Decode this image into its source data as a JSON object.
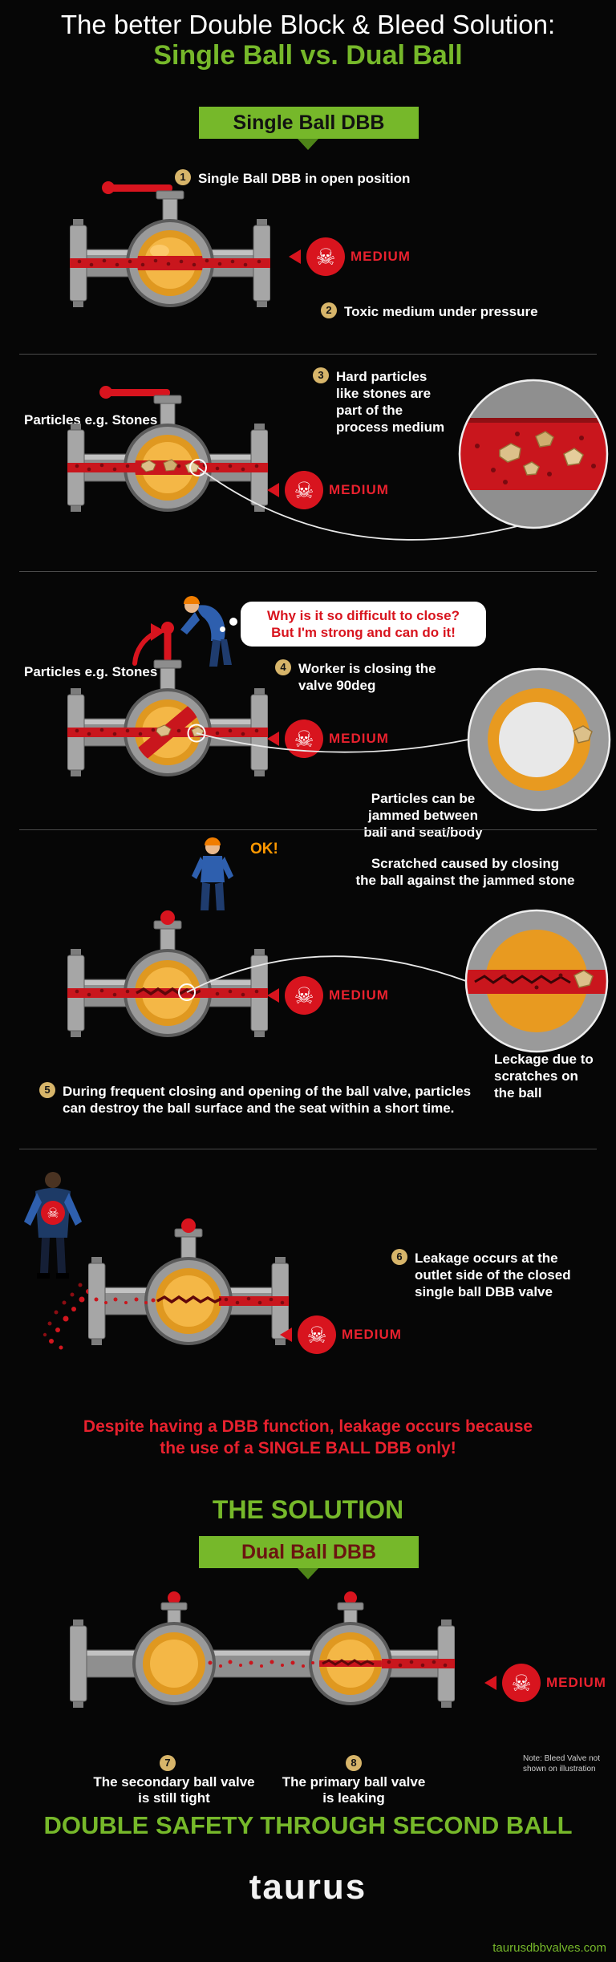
{
  "colors": {
    "green": "#76b82a",
    "red": "#e8212e",
    "valve_red": "#c9161d",
    "gold_badge": "#d7b56a",
    "ball_orange": "#df9820"
  },
  "header": {
    "line1": "The better Double Block & Bleed Solution:",
    "line2": "Single Ball vs. Dual Ball"
  },
  "banners": {
    "single": "Single Ball DBB",
    "dual": "Dual Ball DBB"
  },
  "icons": {
    "skull": "☠"
  },
  "labels": {
    "medium": "MEDIUM",
    "particles": "Particles e.g. Stones",
    "speech": "Why is it so difficult to close?\nBut I'm strong and can do it!",
    "ok": "OK!",
    "jam_note": "Particles can be\njammed between\nball and seat/body",
    "scratch_note": "Scratched caused by closing\nthe ball against the jammed stone",
    "leak_note": "Leckage due to\nscratches on\nthe ball",
    "warning": "Despite having a DBB function, leakage occurs because\nthe use of a SINGLE BALL DBB only!",
    "solution": "THE SOLUTION",
    "double_safety": "DOUBLE SAFETY THROUGH SECOND BALL",
    "bleed_note": "Note: Bleed Valve not\nshown on illustration"
  },
  "annotations": [
    {
      "num": "1",
      "text": "Single Ball DBB in open position"
    },
    {
      "num": "2",
      "text": "Toxic medium under pressure"
    },
    {
      "num": "3",
      "text": "Hard particles\nlike stones are\npart of the\nprocess medium"
    },
    {
      "num": "4",
      "text": "Worker is closing the\nvalve 90deg"
    },
    {
      "num": "5",
      "text": "During frequent closing and opening of the ball valve, particles\ncan destroy the ball surface and the seat within a short time."
    },
    {
      "num": "6",
      "text": "Leakage occurs at the\noutlet side of the closed\nsingle ball DBB valve"
    },
    {
      "num": "7",
      "text": "The secondary ball valve\nis still tight"
    },
    {
      "num": "8",
      "text": "The primary ball valve\nis leaking"
    }
  ],
  "footer": {
    "logo": "taurus",
    "url": "taurusdbbvalves.com"
  }
}
